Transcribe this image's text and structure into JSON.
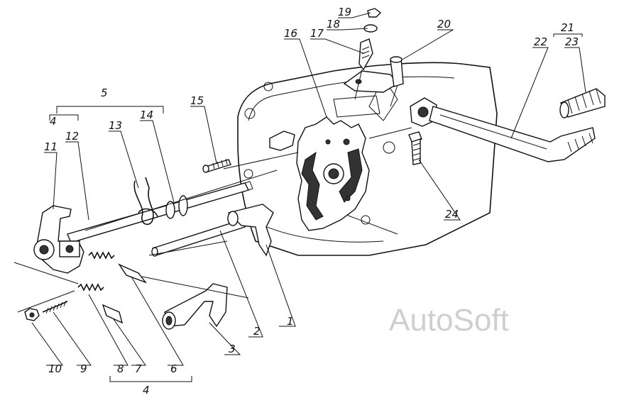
{
  "watermark": "AutoSoft",
  "labels": {
    "p1": "1",
    "p2": "2",
    "p3": "3",
    "p4a": "4",
    "p4b": "4",
    "p5": "5",
    "p6": "6",
    "p7": "7",
    "p8": "8",
    "p9": "9",
    "p10": "10",
    "p11": "11",
    "p12": "12",
    "p13": "13",
    "p14": "14",
    "p15": "15",
    "p16": "16",
    "p17": "17",
    "p18": "18",
    "p19": "19",
    "p20": "20",
    "p21": "21",
    "p22": "22",
    "p23": "23",
    "p24": "24"
  }
}
